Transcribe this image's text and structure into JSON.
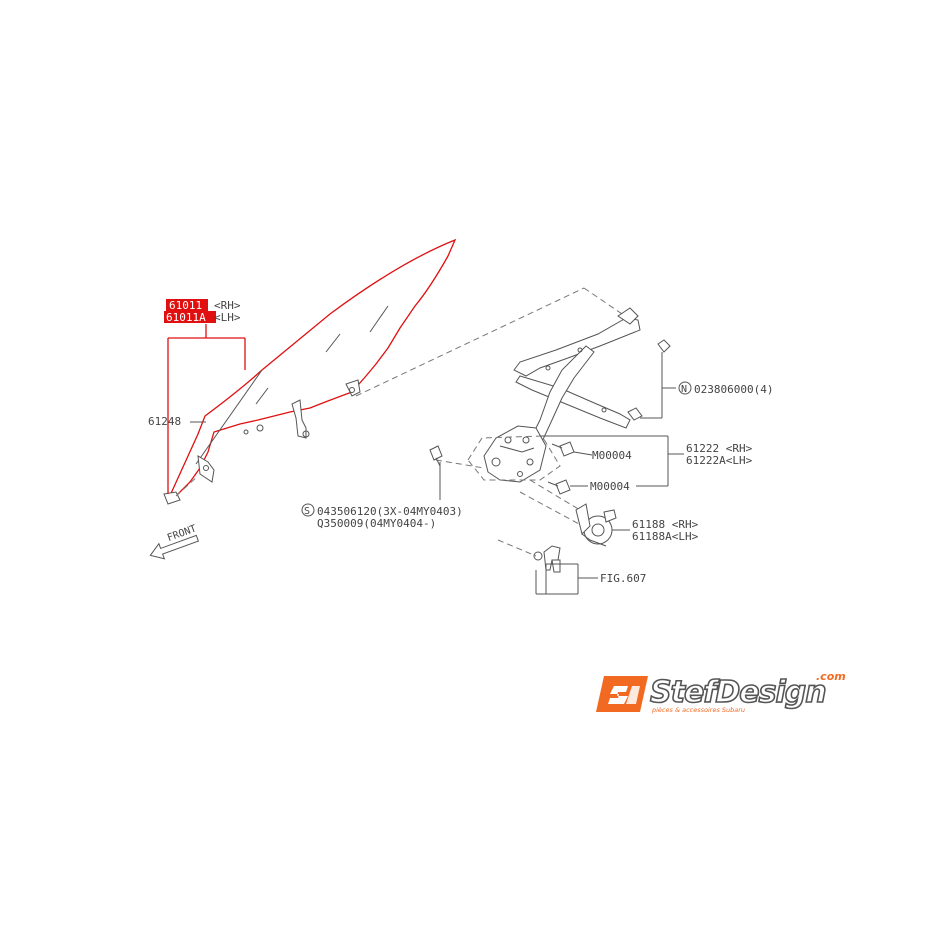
{
  "diagram": {
    "parts": {
      "glass_rh": "61011",
      "glass_rh_side": "<RH>",
      "glass_lh": "61011A",
      "glass_lh_side": "<LH>",
      "stopper": "61248",
      "nut_code": "023806000(4)",
      "nut_symbol": "N",
      "bolt_1": "M00004",
      "bolt_2": "M00004",
      "regulator_rh": "61222 <RH>",
      "regulator_lh": "61222A<LH>",
      "screw_symbol": "S",
      "screw_line_1": "043506120(3X-04MY0403)",
      "screw_line_2": "Q350009(04MY0404-)",
      "motor_rh": "61188 <RH>",
      "motor_lh": "61188A<LH>",
      "fig_ref": "FIG.607",
      "front": "FRONT"
    },
    "colors": {
      "highlight": "#e01010",
      "line": "#555555",
      "logo_orange": "#f26a21"
    }
  },
  "logo": {
    "brand": "StefDesign",
    "domain": ".com",
    "tagline": "pièces & accessoires Subaru",
    "icon": "sd-monogram-icon"
  }
}
